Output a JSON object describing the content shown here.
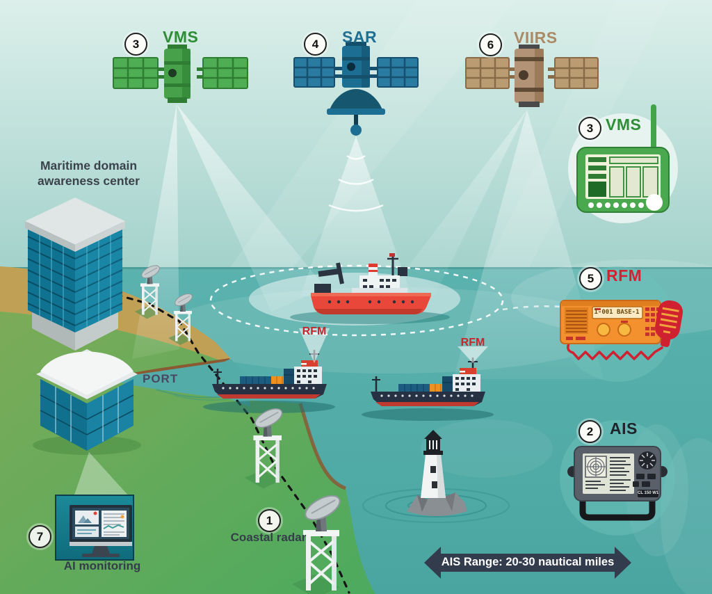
{
  "title": "Maritime domain awareness infographic",
  "colors": {
    "sky_top": "#d9ece8",
    "sky_bottom": "#a5d3cc",
    "water": "#57afab",
    "land_green": "#6fae5a",
    "land_sand": "#c0a055",
    "navy": "#333c4d",
    "vms_green": "#3f9e43",
    "sar_blue": "#1d6e93",
    "viirs_tan": "#b29376",
    "rfm_red": "#cc2431",
    "signal_beam": "#ffffff"
  },
  "satellites": [
    {
      "number": "3",
      "label": "VMS"
    },
    {
      "number": "4",
      "label": "SAR"
    },
    {
      "number": "6",
      "label": "VIIRS"
    }
  ],
  "devices": [
    {
      "number": "3",
      "label": "VMS"
    },
    {
      "number": "5",
      "label": "RFM",
      "screen_text": "1-001 BASE-1"
    },
    {
      "number": "2",
      "label": "AIS",
      "badge_text": "CL 150 W1"
    }
  ],
  "labels": {
    "mda_center": "Maritime domain awareness center",
    "port": "PORT",
    "coastal_radar_number": "1",
    "coastal_radar": "Coastal radar",
    "ai_monitoring_number": "7",
    "ai_monitoring": "AI monitoring",
    "ship1_rfm": "RFM",
    "ship2_rfm": "RFM",
    "ais_range": "AIS Range: 20-30 nautical miles"
  }
}
